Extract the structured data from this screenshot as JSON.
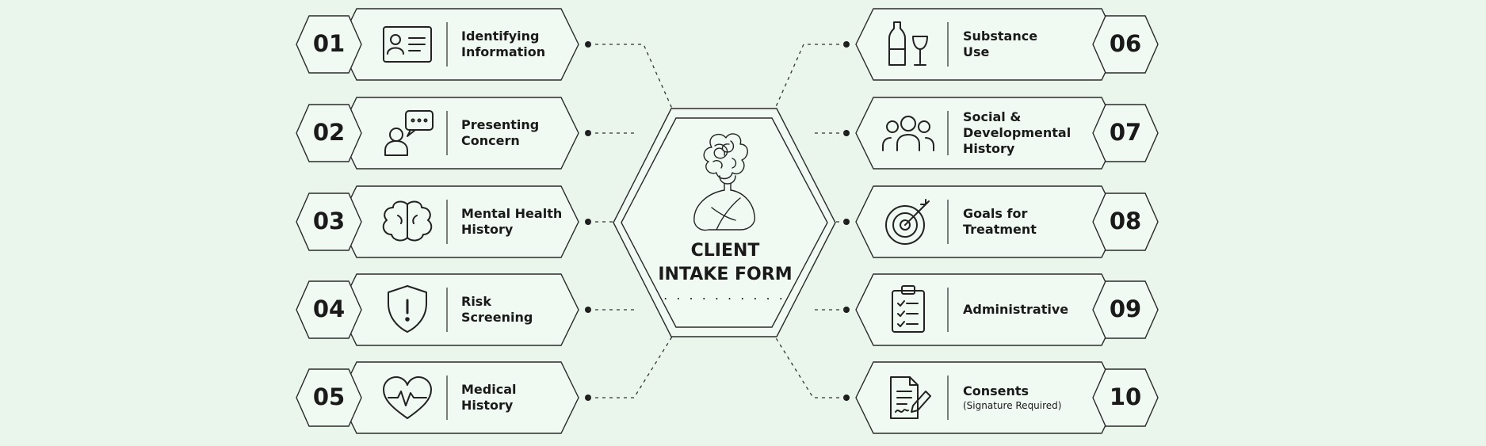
{
  "title_lines": [
    "CLIENT",
    "INTAKE FORM"
  ],
  "sections_left": [
    {
      "number": "01",
      "lines": [
        "Identifying",
        "Information"
      ],
      "icon": "id-card-icon"
    },
    {
      "number": "02",
      "lines": [
        "Presenting",
        "Concern"
      ],
      "icon": "person-speech-bubble-icon"
    },
    {
      "number": "03",
      "lines": [
        "Mental Health",
        "History"
      ],
      "icon": "brain-icon"
    },
    {
      "number": "04",
      "lines": [
        "Risk",
        "Screening"
      ],
      "icon": "shield-alert-icon"
    },
    {
      "number": "05",
      "lines": [
        "Medical",
        "History"
      ],
      "icon": "heartbeat-icon"
    }
  ],
  "sections_right": [
    {
      "number": "06",
      "lines": [
        "Substance",
        "Use"
      ],
      "icon": "bottle-glass-icon"
    },
    {
      "number": "07",
      "lines": [
        "Social &",
        "Developmental",
        "History"
      ],
      "icon": "group-of-people-icon"
    },
    {
      "number": "08",
      "lines": [
        "Goals for",
        "Treatment"
      ],
      "icon": "target-arrow-icon"
    },
    {
      "number": "09",
      "lines": [
        "Administrative"
      ],
      "icon": "clipboard-checklist-icon"
    },
    {
      "number": "10",
      "lines": [
        "Consents"
      ],
      "sub": "(Signature Required)",
      "icon": "document-pen-icon"
    }
  ],
  "colors": {
    "background": "#eaf6ec",
    "card": "#f0f9f2",
    "stroke": "#2a2a2a"
  }
}
